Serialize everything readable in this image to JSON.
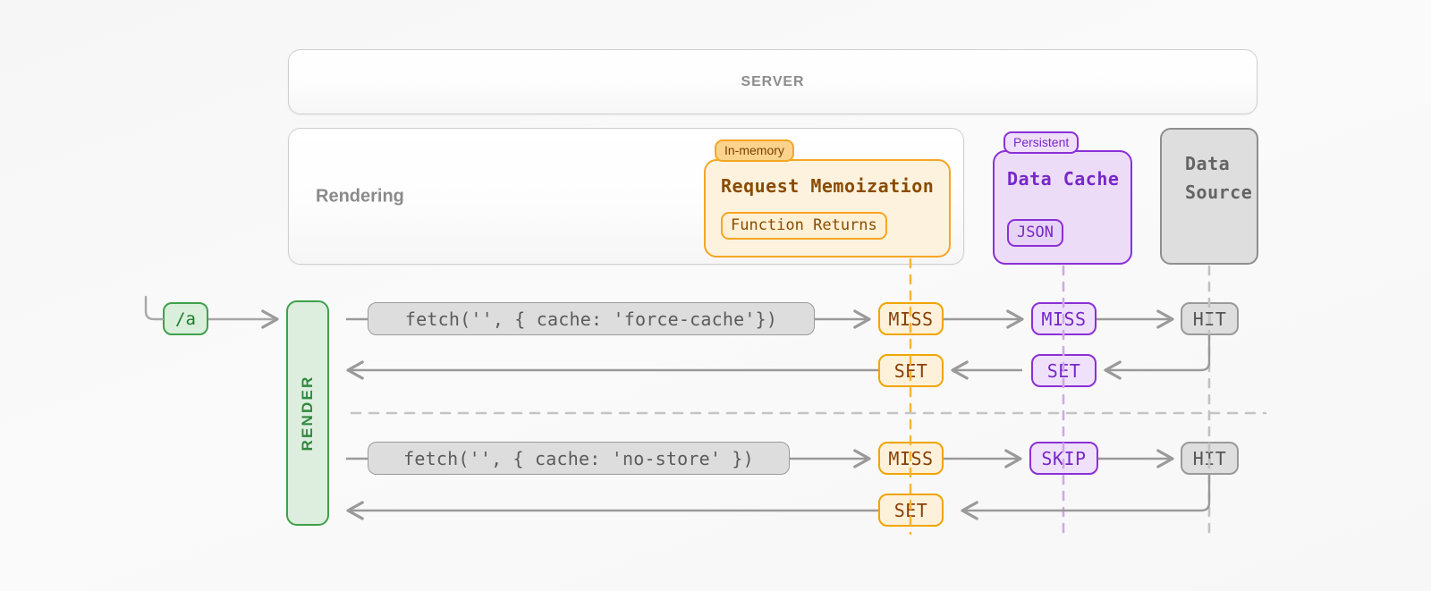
{
  "colors": {
    "background": "#f7f7f7",
    "orange": "#f0a500",
    "orange_text": "#8a3f06",
    "purple": "#8b30d6",
    "purple_text": "#7828c8",
    "green": "#3fa04a",
    "green_text": "#2f8a3c",
    "gray": "#9a9a9a",
    "gray_text": "#5b5b5b"
  },
  "server": {
    "label": "SERVER"
  },
  "rendering": {
    "label": "Rendering"
  },
  "memoization": {
    "badge": "In-memory",
    "title": "Request Memoization",
    "chip": "Function Returns"
  },
  "data_cache": {
    "badge": "Persistent",
    "title": "Data Cache",
    "chip": "JSON"
  },
  "data_source": {
    "line1": "Data",
    "line2": "Source"
  },
  "route": {
    "label": "/a"
  },
  "render_bar": {
    "label": "RENDER"
  },
  "rows": [
    {
      "fetch": "fetch('', { cache: 'force-cache'})",
      "memo_request": "MISS",
      "cache_request": "MISS",
      "source_result": "HIT",
      "memo_return": "SET",
      "cache_return": "SET"
    },
    {
      "fetch": "fetch('', { cache: 'no-store' })",
      "memo_request": "MISS",
      "cache_request": "SKIP",
      "source_result": "HIT",
      "memo_return": "SET",
      "cache_return": null
    }
  ]
}
